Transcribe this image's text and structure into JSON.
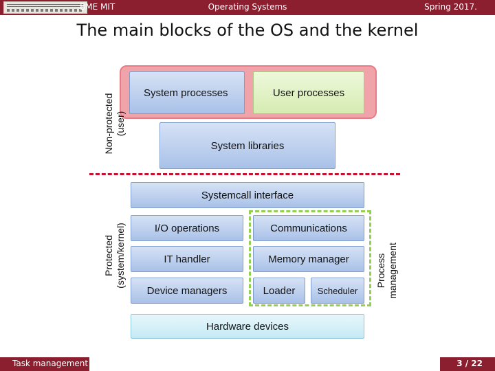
{
  "header": {
    "left": "BME MIT",
    "center": "Operating Systems",
    "right": "Spring 2017."
  },
  "title": "The main blocks of the OS and the kernel",
  "diagram": {
    "system_processes": "System processes",
    "user_processes": "User processes",
    "system_libraries": "System libraries",
    "systemcall_interface": "Systemcall interface",
    "io_operations": "I/O operations",
    "communications": "Communications",
    "it_handler": "IT handler",
    "memory_manager": "Memory manager",
    "device_managers": "Device managers",
    "loader": "Loader",
    "scheduler": "Scheduler",
    "hardware_devices": "Hardware devices",
    "nonprotected_label": "Non-protected\n(user)",
    "protected_label": "Protected\n(system/kernel)",
    "process_mgmt_label": "Process\nmanagement"
  },
  "colors": {
    "brand": "#8b1e2f",
    "kernel_boundary": "#c8102e",
    "process_group": "#92d050"
  },
  "footer": {
    "left": "Task management",
    "page": "3 / 22"
  }
}
